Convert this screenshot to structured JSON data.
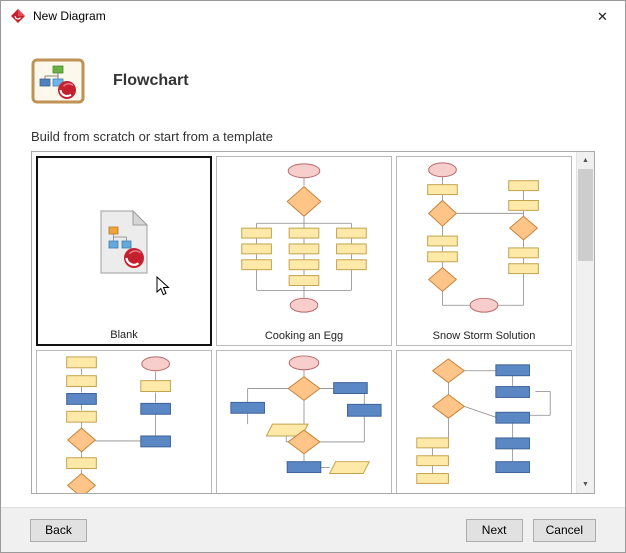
{
  "window": {
    "title": "New Diagram"
  },
  "icons": {
    "close": "✕",
    "scroll_up": "▲",
    "scroll_down": "▼",
    "app_logo": "vp-red-diamond-logo",
    "type_icon": "flowchart-board-icon",
    "blank_icon": "blank-document-icon",
    "cursor": "mouse-pointer"
  },
  "colors": {
    "logo_red": "#c5202e",
    "selected_border": "#111111",
    "shape_pink": "#f8cecc",
    "shape_yellow": "#ffe9a8",
    "shape_orange": "#ffc588",
    "shape_blue": "#5b87c5",
    "footer_bg": "#f0f0f0"
  },
  "header": {
    "title": "Flowchart",
    "subtitle": "Build from scratch or start from a template"
  },
  "gallery": {
    "scrollbar_visible": true,
    "items": [
      {
        "label": "Blank",
        "selected": true
      },
      {
        "label": "Cooking an Egg",
        "selected": false
      },
      {
        "label": "Snow Storm Solution",
        "selected": false
      },
      {
        "label": "",
        "selected": false
      },
      {
        "label": "",
        "selected": false
      },
      {
        "label": "",
        "selected": false
      }
    ]
  },
  "footer": {
    "back": "Back",
    "next": "Next",
    "cancel": "Cancel"
  }
}
